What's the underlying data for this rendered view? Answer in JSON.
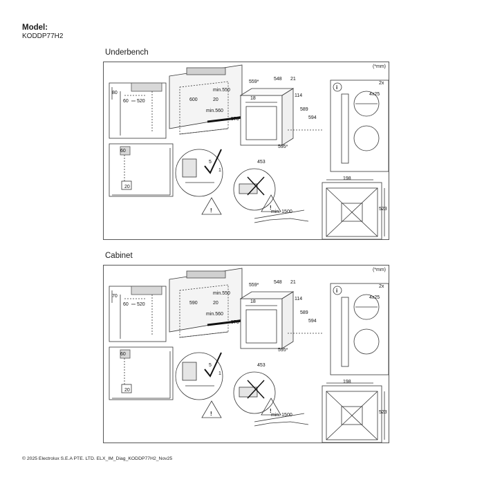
{
  "header": {
    "model_label": "Model:",
    "model_value": "KODDP77H2"
  },
  "sections": [
    {
      "title": "Underbench",
      "unit_note": "(*mm)",
      "dims": {
        "d80": "80",
        "d60a": "60",
        "d520": "520",
        "d600": "600",
        "d550": "min.550",
        "d20": "20",
        "d560": "min.560",
        "d559": "559*",
        "d548": "548",
        "d21": "21",
        "d18": "18",
        "d114": "114",
        "d576": "576",
        "d589": "589",
        "d594": "594",
        "d595": "595*",
        "d453": "453",
        "d60b": "60",
        "d20b": "20",
        "d5": "5",
        "d1": "1",
        "d1500": "min. 1500",
        "d2x": "2x",
        "d4x25": "4x25",
        "d198": "198",
        "d523": "523",
        "info": "i",
        "warn": "!",
        "hot": "!"
      }
    },
    {
      "title": "Cabinet",
      "unit_note": "(*mm)",
      "dims": {
        "d80": "70",
        "d60a": "60",
        "d520": "520",
        "d600": "590",
        "d550": "min.550",
        "d20": "20",
        "d560": "min.560",
        "d559": "559*",
        "d548": "548",
        "d21": "21",
        "d18": "18",
        "d114": "114",
        "d576": "576",
        "d589": "589",
        "d594": "594",
        "d595": "595*",
        "d453": "453",
        "d60b": "60",
        "d20b": "20",
        "d5": "5",
        "d1": "1",
        "d1500": "min. 1500",
        "d2x": "2x",
        "d4x25": "4x25",
        "d198": "198",
        "d523": "523",
        "info": "i",
        "warn": "!",
        "hot": "!"
      }
    }
  ],
  "footer": "© 2025 Electrolux S.E.A PTE. LTD. ELX_IM_Diag_KODDP77H2_Nov25"
}
